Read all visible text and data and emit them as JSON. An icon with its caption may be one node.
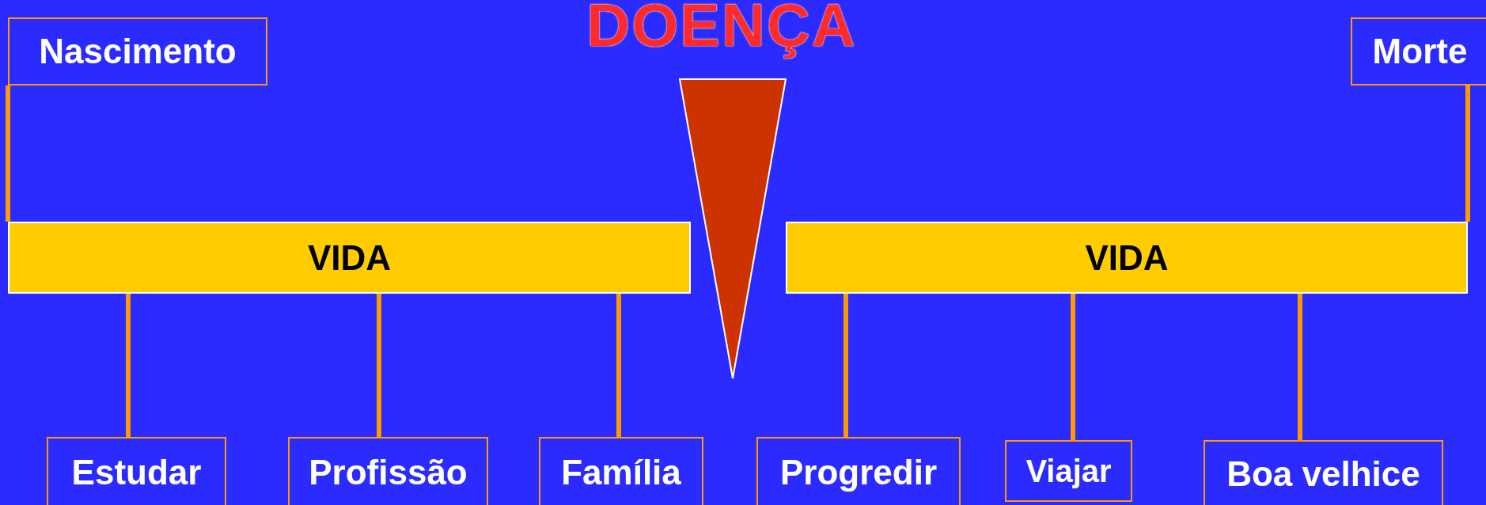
{
  "diagram": {
    "nodes": [
      {
        "text": [
          "Nascimento"
        ]
      },
      {
        "text": [],
        "shape": "triangle",
        "beside": [
          "DOENÇA"
        ]
      },
      {
        "text": [
          "Morte"
        ]
      },
      {
        "text": [
          "VIDA"
        ]
      },
      {
        "text": [
          "VIDA"
        ]
      },
      {
        "text": [
          "Estudar"
        ]
      },
      {
        "text": [
          "Profissão"
        ]
      },
      {
        "text": [
          "Família"
        ]
      },
      {
        "text": [
          "Progredir"
        ]
      },
      {
        "text": [
          "Viajar"
        ]
      },
      {
        "text": [
          "Boa velhice"
        ]
      }
    ],
    "edges": [
      {
        "from": 0,
        "to": 3,
        "arrow": "none"
      },
      {
        "from": 2,
        "to": 4,
        "arrow": "none"
      },
      {
        "from": 3,
        "to": 5,
        "arrow": "none"
      },
      {
        "from": 3,
        "to": 6,
        "arrow": "none"
      },
      {
        "from": 3,
        "to": 7,
        "arrow": "none"
      },
      {
        "from": 4,
        "to": 8,
        "arrow": "none"
      },
      {
        "from": 4,
        "to": 9,
        "arrow": "none"
      },
      {
        "from": 4,
        "to": 10,
        "arrow": "none"
      }
    ]
  }
}
